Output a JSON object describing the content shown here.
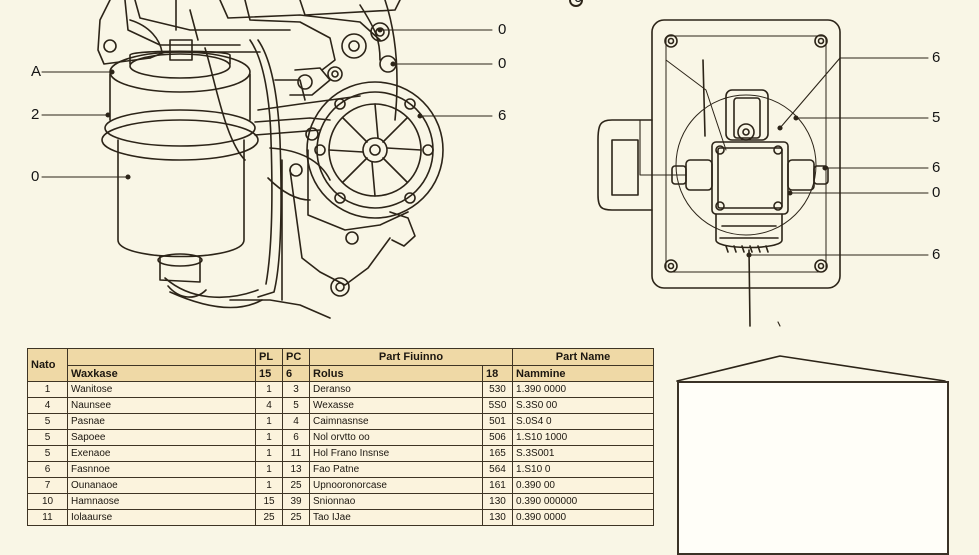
{
  "top_callout": "0",
  "left_callouts": [
    "A",
    "2",
    "0"
  ],
  "middle_callouts": [
    "0",
    "0",
    "6"
  ],
  "right_callouts": [
    "6",
    "5",
    "6",
    "0",
    "6"
  ],
  "table": {
    "headers_top": {
      "no": "Nato",
      "pl": "PL",
      "pc": "PC",
      "part_name_1": "Part Fiuinno",
      "part_name_2": "Part Name"
    },
    "headers_sub": {
      "col1": "Waxkase",
      "pl": "15",
      "pc": "6",
      "col4": "Rolus",
      "col5": "18",
      "col6": "Nammine"
    },
    "rows": [
      [
        "1",
        "Wanitose",
        "1",
        "3",
        "Deranso",
        "530",
        "1.390 0000"
      ],
      [
        "4",
        "Naunsee",
        "4",
        "5",
        "Wexasse",
        "5S0",
        "S.3S0 00"
      ],
      [
        "5",
        "Pasnae",
        "1",
        "4",
        "Caimnasnse",
        "501",
        "S.0S4 0"
      ],
      [
        "5",
        "Sapoee",
        "1",
        "6",
        "Nol orvtto oo",
        "506",
        "1.S10 1000"
      ],
      [
        "5",
        "Exenaoe",
        "1",
        "11",
        "Hol Frano Insnse",
        "165",
        "S.3S001"
      ],
      [
        "6",
        "Fasnnoe",
        "1",
        "13",
        "Fao Patne",
        "564",
        "1.S10 0"
      ],
      [
        "7",
        "Ounanaoe",
        "1",
        "25",
        "Upnooronorcase",
        "161",
        "0.390 00"
      ],
      [
        "10",
        "Hamnaose",
        "15",
        "39",
        "Snionnao",
        "130",
        "0.390 000000"
      ],
      [
        "11",
        "Iolaaurse",
        "25",
        "25",
        "Tao IJae",
        "130",
        "0.390 0000"
      ]
    ]
  }
}
